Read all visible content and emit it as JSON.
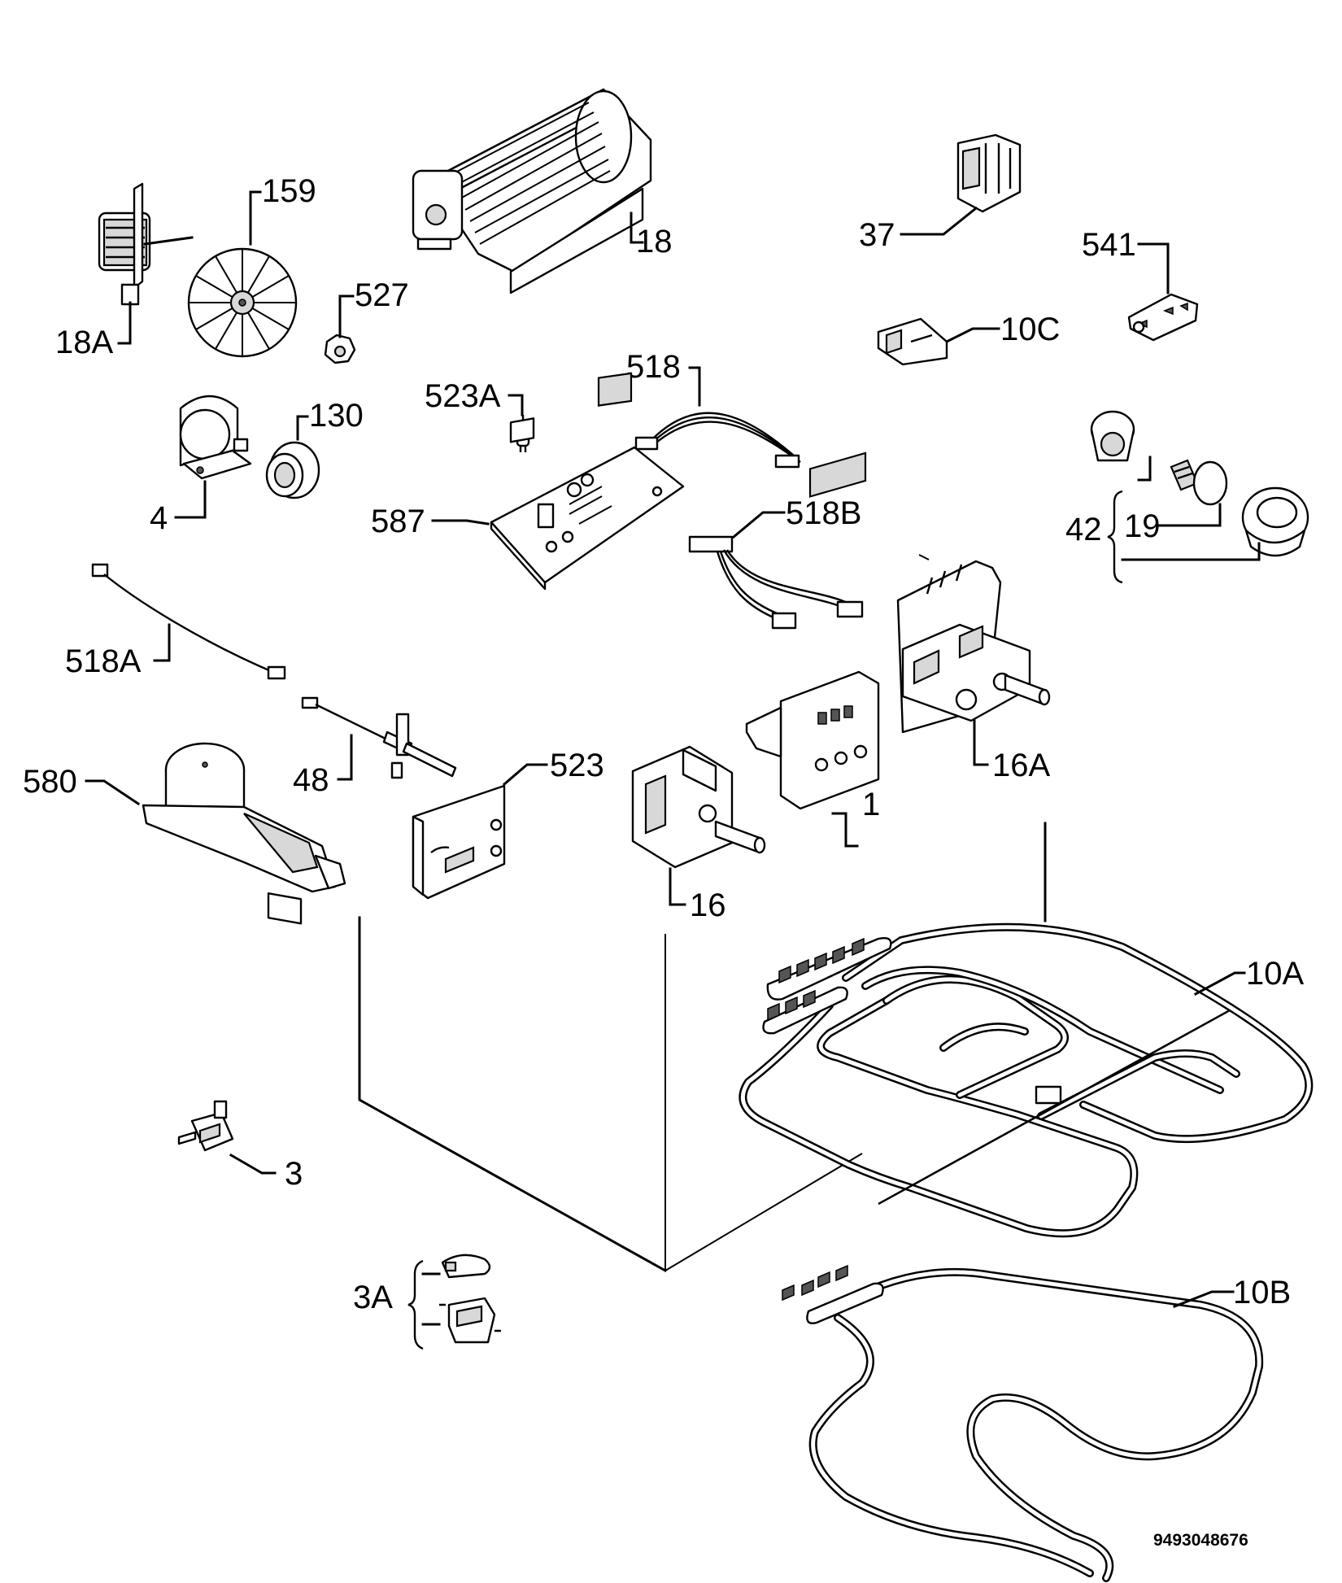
{
  "diagram": {
    "reference_number": "9493048676",
    "part_labels": {
      "p159": "159",
      "p18": "18",
      "p18a": "18A",
      "p527": "527",
      "p37": "37",
      "p541": "541",
      "p10c": "10C",
      "p518": "518",
      "p523a": "523A",
      "p130": "130",
      "p4": "4",
      "p587": "587",
      "p518b": "518B",
      "p42": "42",
      "p19": "19",
      "p518a": "518A",
      "p580": "580",
      "p48": "48",
      "p523": "523",
      "p1": "1",
      "p16a": "16A",
      "p16": "16",
      "p10a": "10A",
      "p3": "3",
      "p3a": "3A",
      "p10b": "10B"
    }
  }
}
